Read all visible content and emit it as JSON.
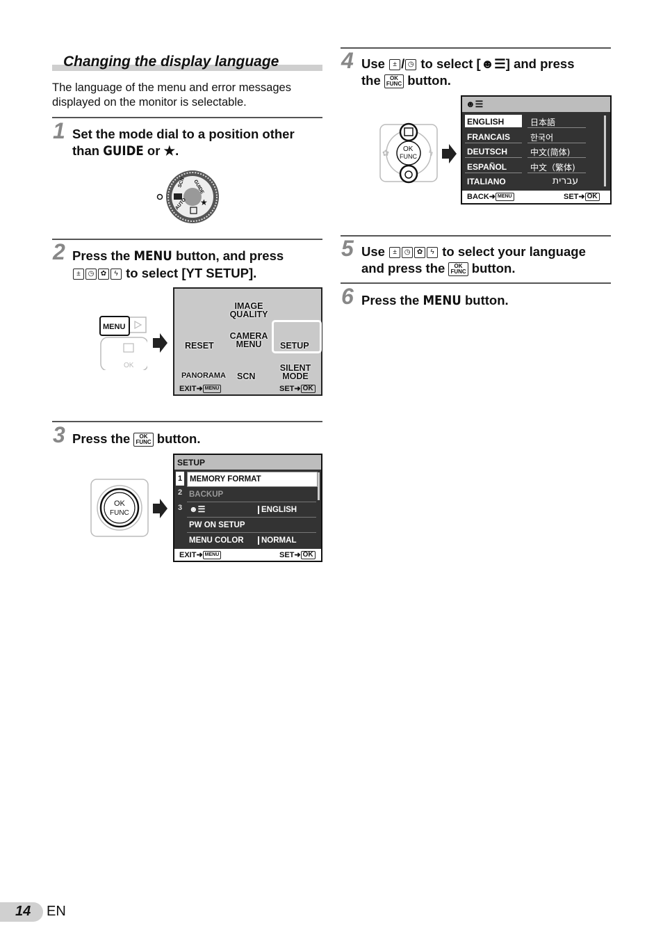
{
  "section": {
    "title": "Changing the display language",
    "intro": "The language of the menu and error messages displayed on the monitor is selectable."
  },
  "steps": [
    {
      "num": "1",
      "line1": "Set the mode dial to a position other",
      "line2_a": "than ",
      "guide": "GUIDE",
      "line2_b": " or ",
      "star": "★",
      "line2_c": "."
    },
    {
      "num": "2",
      "line1_a": "Press the ",
      "menu": "MENU",
      "line1_b": " button, and press",
      "line2_a": " to select [",
      "setup_icon": "YT",
      "line2_b": " SETUP]."
    },
    {
      "num": "3",
      "line1_a": "Press the ",
      "line1_b": " button."
    },
    {
      "num": "4",
      "line1_a": "Use ",
      "line1_b": " to select [",
      "line1_c": "] and press",
      "line2_a": "the ",
      "line2_b": " button."
    },
    {
      "num": "5",
      "line1_a": "Use ",
      "line1_b": " to select your language",
      "line2_a": "and press the ",
      "line2_b": " button."
    },
    {
      "num": "6",
      "line1_a": "Press the ",
      "menu": "MENU",
      "line1_b": " button."
    }
  ],
  "ok_func": {
    "ok": "OK",
    "func": "FUNC"
  },
  "dial": {
    "labels": [
      "AUTO",
      "SCN",
      "GUIDE"
    ]
  },
  "camera_back": {
    "menu_label": "MENU",
    "ok_label": "OK"
  },
  "screen2": {
    "items": [
      "IMAGE QUALITY",
      "CAMERA MENU",
      "RESET",
      "SETUP",
      "PANORAMA",
      "SCN",
      "SILENT MODE"
    ],
    "exit": "EXIT",
    "set": "SET",
    "menu_tag": "MENU",
    "ok_tag": "OK"
  },
  "screen3": {
    "header": "SETUP",
    "tabs": [
      "1",
      "2",
      "3"
    ],
    "rows": [
      {
        "label": "MEMORY FORMAT",
        "value": ""
      },
      {
        "label": "BACKUP",
        "value": ""
      },
      {
        "label": "",
        "value": "ENGLISH"
      },
      {
        "label": "PW ON SETUP",
        "value": ""
      },
      {
        "label": "MENU COLOR",
        "value": "NORMAL"
      }
    ],
    "exit": "EXIT",
    "set": "SET",
    "menu_tag": "MENU",
    "ok_tag": "OK"
  },
  "screen4": {
    "languages_left": [
      "ENGLISH",
      "FRANCAIS",
      "DEUTSCH",
      "ESPAÑOL",
      "ITALIANO"
    ],
    "languages_right": [
      "日本語",
      "한국어",
      "中文(简体)",
      "中文（繁体)",
      "עברית"
    ],
    "back": "BACK",
    "set": "SET",
    "menu_tag": "MENU",
    "ok_tag": "OK"
  },
  "footer": {
    "page": "14",
    "lang": "EN"
  }
}
